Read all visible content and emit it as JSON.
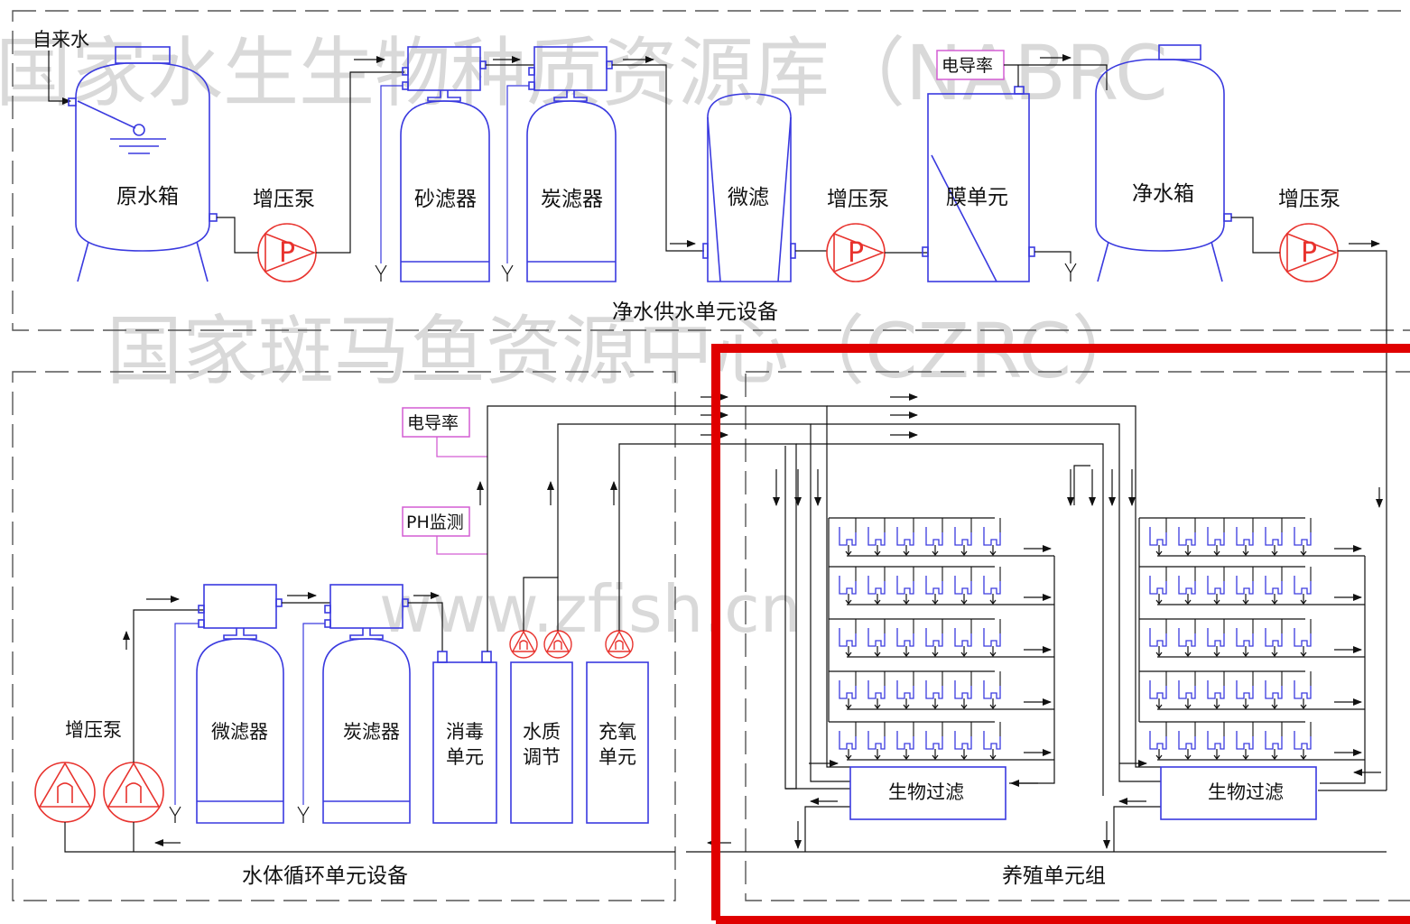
{
  "watermarks": {
    "top": "国家水生生物种质资源库（NABRC",
    "middle": "国家斑马鱼资源中心（CZRC）",
    "url": "www.zfish.cn"
  },
  "labels": {
    "tap_water": "自来水",
    "raw_tank": "原水箱",
    "booster_pump": "增压泵",
    "sand_filter": "砂滤器",
    "carbon_filter": "炭滤器",
    "micro_filter": "微滤",
    "conductivity": "电导率",
    "membrane_unit": "膜单元",
    "clean_tank": "净水箱",
    "ph_monitor": "PH监测",
    "micro_filter_device": "微滤器",
    "disinfection": [
      "消毒",
      "单元"
    ],
    "water_quality": [
      "水质",
      "调节"
    ],
    "oxygenation": [
      "充氧",
      "单元"
    ],
    "bio_filter": "生物过滤"
  },
  "sections": {
    "supply": "净水供水单元设备",
    "circulation": "水体循环单元设备",
    "breeding": "养殖单元组"
  },
  "colors": {
    "equipment": "#3a3adf",
    "pump": "#e8332e",
    "sensor_box": "#d35dd3",
    "highlight": "#e00000",
    "line": "#111111",
    "watermark": "#d9d9d9"
  }
}
